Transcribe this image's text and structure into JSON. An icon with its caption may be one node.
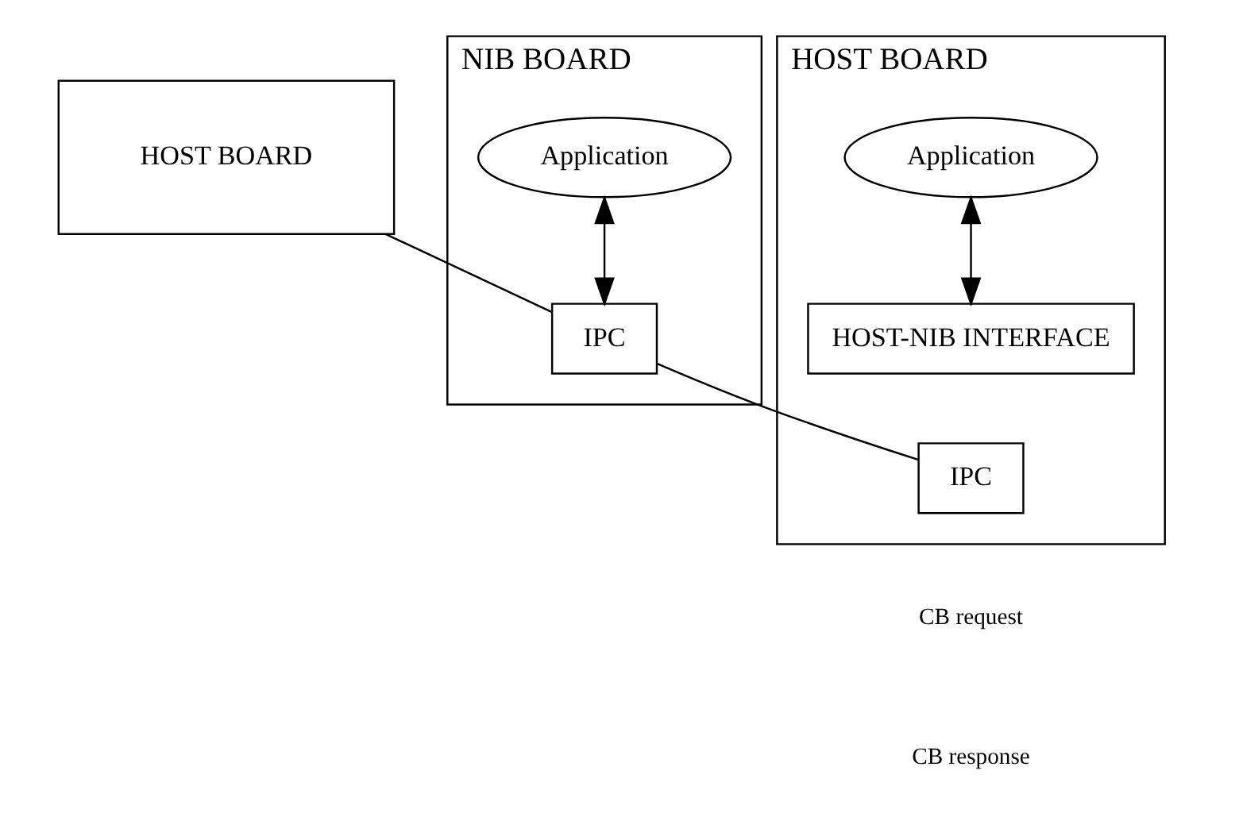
{
  "diagram": {
    "nodes": [
      {
        "text": [
          "HOST BOARD"
        ]
      },
      {
        "text": [
          "HOST BOARD"
        ]
      },
      {
        "text": [
          "Application"
        ],
        "in": 1
      },
      {
        "text": [
          "HOST-NIB INTERFACE"
        ],
        "in": 1
      },
      {
        "text": [
          "IPC"
        ],
        "in": 1
      },
      {
        "text": [
          "NIB BOARD"
        ]
      },
      {
        "text": [
          "Application"
        ],
        "in": 5
      },
      {
        "text": [
          "IPC"
        ],
        "in": 5
      }
    ],
    "edges": [
      {
        "from": 2,
        "to": 3,
        "arrow": "both"
      },
      {
        "from": 6,
        "to": 7,
        "arrow": "both"
      },
      {
        "from": 0,
        "to": 7,
        "arrow": "none"
      },
      {
        "from": 4,
        "to": 7,
        "arrow": "none"
      }
    ],
    "labels": [
      "CB request",
      "CB response"
    ]
  }
}
